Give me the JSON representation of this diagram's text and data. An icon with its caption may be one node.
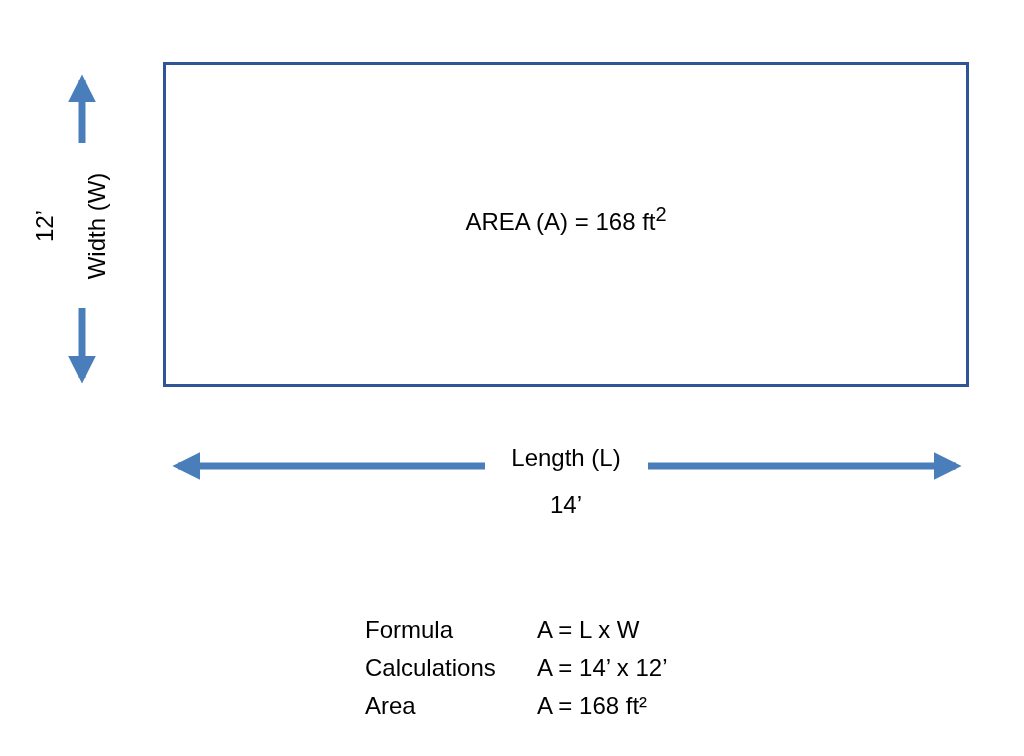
{
  "diagram": {
    "nodes": [
      {
        "text": [
          "AREA (A) = 168 ft$^{2}$"
        ]
      }
    ],
    "labels": [
      "12’",
      "Width (W)",
      "Length (L)",
      "14’",
      "Formula",
      "A = L x W",
      "Calculations",
      "A = 14’ x 12’",
      "Area",
      "A = 168 ft²"
    ]
  }
}
